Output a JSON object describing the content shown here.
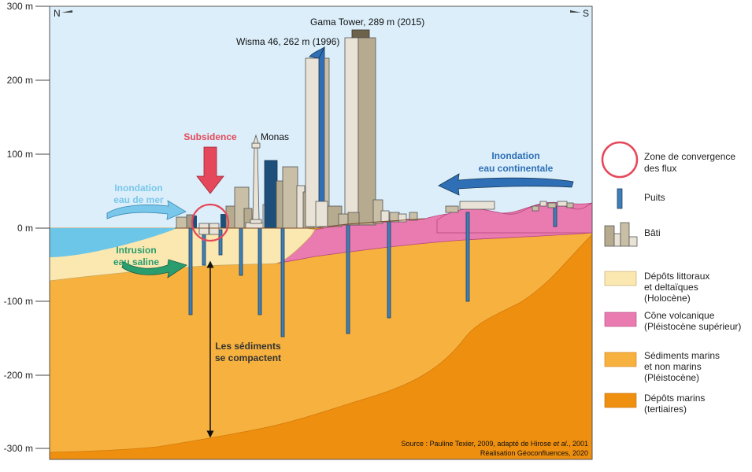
{
  "axis": {
    "labels": [
      "300 m",
      "200 m",
      "100 m",
      "0 m",
      "-100 m",
      "-200 m",
      "-300 m"
    ]
  },
  "compass": {
    "north": "N",
    "south": "S"
  },
  "buildings": {
    "gama": "Gama Tower, 289 m (2015)",
    "wisma": "Wisma 46, 262 m (1996)",
    "monas": "Monas"
  },
  "annotations": {
    "subsidence": "Subsidence",
    "flood_sea": [
      "Inondation",
      "eau de mer"
    ],
    "flood_continental": [
      "Inondation",
      "eau continentale"
    ],
    "saline": [
      "Intrusion",
      "eau saline"
    ],
    "compaction": [
      "Les sédiments",
      "se compactent"
    ]
  },
  "source": {
    "prefix": "Source : Pauline Texier, 2009, adapté de Hirose ",
    "italic": "et al.",
    "suffix": ", 2001",
    "credit": "Réalisation Géoconfluences, 2020"
  },
  "legend": {
    "convergence": [
      "Zone de convergence",
      "des flux"
    ],
    "well": "Puits",
    "built": "Bâti",
    "littoral": [
      "Dépôts littoraux",
      "et deltaïques",
      "(Holocène)"
    ],
    "volcanic": [
      "Cône volcanique",
      "(Pléistocène supérieur)"
    ],
    "pleistocene": [
      "Sédiments marins",
      "et non marins",
      "(Pléistocène)"
    ],
    "tertiary": [
      "Dépôts marins",
      "(tertiaires)"
    ]
  },
  "colors": {
    "sky": "#dbeefa",
    "sea": "#6cc6e8",
    "littoral": "#fbe7b0",
    "volcanic": "#e97bb0",
    "pleistocene": "#f6b13f",
    "tertiary": "#ef8f0f",
    "subsidence": "#e5485a",
    "flood_sea": "#79c7ea",
    "flood_continental": "#2f6fb6",
    "saline": "#2a9d6f",
    "well": "#3f7fb5"
  }
}
